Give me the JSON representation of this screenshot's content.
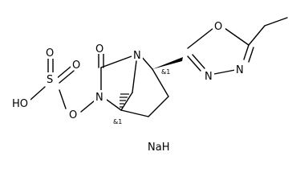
{
  "molecule": {
    "atoms": {
      "o_carbonyl": "O",
      "n_bridge": "N",
      "n_ring": "N",
      "o_ester": "O",
      "s": "S",
      "o_s_top": "O",
      "o_s_right": "O",
      "ho": "HO",
      "o_oxadiazole": "O",
      "n_ox_upper": "N",
      "n_ox_lower": "N"
    },
    "stereo_labels": {
      "c2": "&1",
      "c5": "&1"
    },
    "counterion": "NaH"
  }
}
